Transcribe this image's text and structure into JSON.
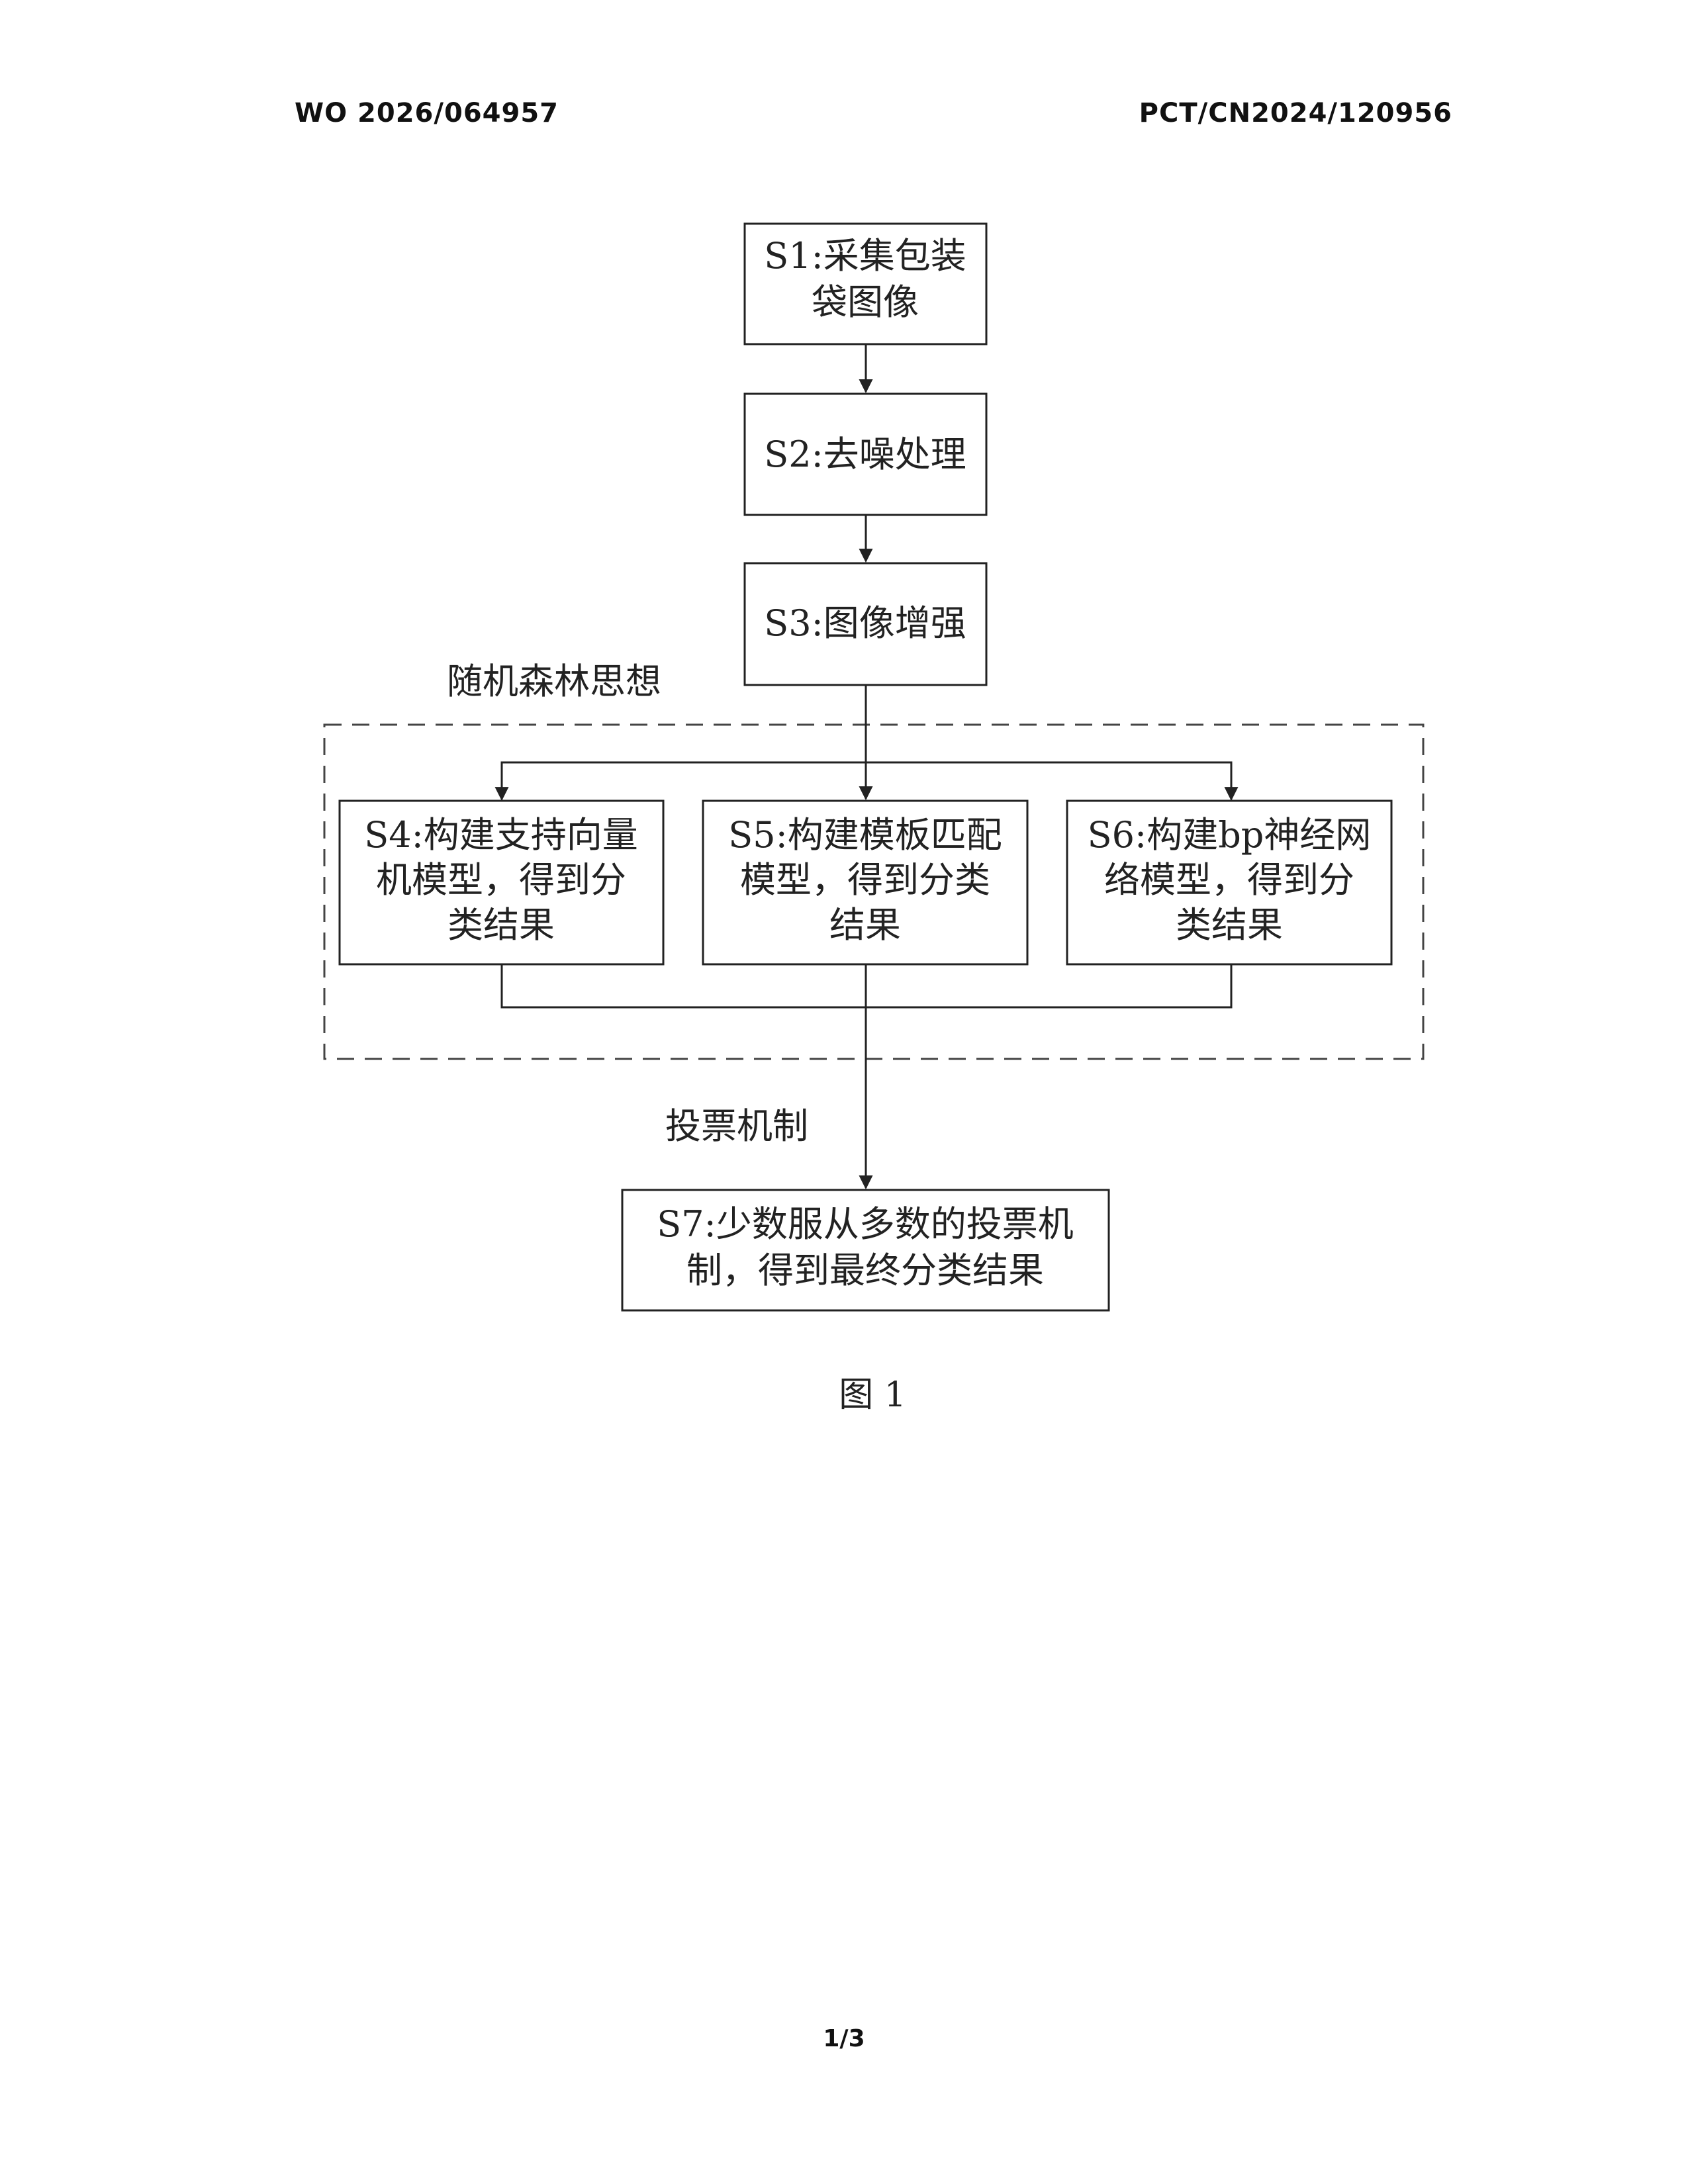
{
  "header": {
    "publication_number": "WO 2026/064957",
    "application_number": "PCT/CN2024/120956"
  },
  "diagram": {
    "steps": {
      "s1": [
        "S1:采集包装",
        "袋图像"
      ],
      "s2": [
        "S2:去噪处理"
      ],
      "s3": [
        "S3:图像增强"
      ],
      "s4": [
        "S4:构建支持向量",
        "机模型，得到分",
        "类结果"
      ],
      "s5": [
        "S5:构建模板匹配",
        "模型，得到分类",
        "结果"
      ],
      "s6": [
        "S6:构建bp神经网",
        "络模型，得到分",
        "类结果"
      ],
      "s7": [
        "S7:少数服从多数的投票机",
        "制，得到最终分类结果"
      ]
    },
    "group_label": "随机森林思想",
    "vote_label": "投票机制",
    "caption": "图 1"
  },
  "footer": {
    "page": "1/3"
  }
}
